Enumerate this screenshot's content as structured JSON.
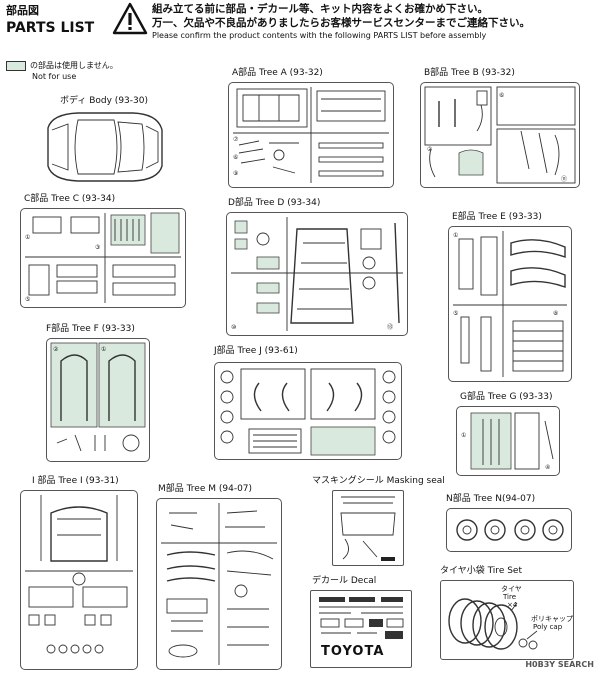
{
  "header": {
    "title_jp": "部品図",
    "title_en": "PARTS LIST",
    "notice_line1": "組み立てる前に部品・デカール等、キット内容をよくお確かめ下さい。",
    "notice_line2": "万一、欠品や不良品がありましたらお客様サービスセンターまでご連絡下さい。",
    "notice_en": "Please confirm the product contents with the following PARTS LIST before assembly"
  },
  "legend": {
    "jp": "の部品は使用しません。",
    "en": "Not for use",
    "color": "#d9e9de"
  },
  "sections": {
    "body": "ボディ Body (93-30)",
    "tree_a": "A部品 Tree A (93-32)",
    "tree_b": "B部品 Tree B (93-32)",
    "tree_c": "C部品 Tree C (93-34)",
    "tree_d": "D部品 Tree D (93-34)",
    "tree_e": "E部品 Tree E (93-33)",
    "tree_f": "F部品 Tree F (93-33)",
    "tree_j": "J部品 Tree J (93-61)",
    "tree_g": "G部品 Tree G (93-33)",
    "tree_i": "I 部品 Tree I (93-31)",
    "tree_m": "M部品 Tree M (94-07)",
    "masking": "マスキングシール Masking seal",
    "tree_n": "N部品 Tree N(94-07)",
    "decal": "デカール Decal",
    "tire": "タイヤ小袋 Tire Set"
  },
  "decal_text": "TOYOTA",
  "tire_labels": {
    "tire_jp": "タイヤ",
    "tire_en": "Tire",
    "tire_qty": "×4",
    "polycap_jp": "ポリキャップ",
    "polycap_en": "Poly cap"
  },
  "watermark": "H0B3Y SEARCH"
}
